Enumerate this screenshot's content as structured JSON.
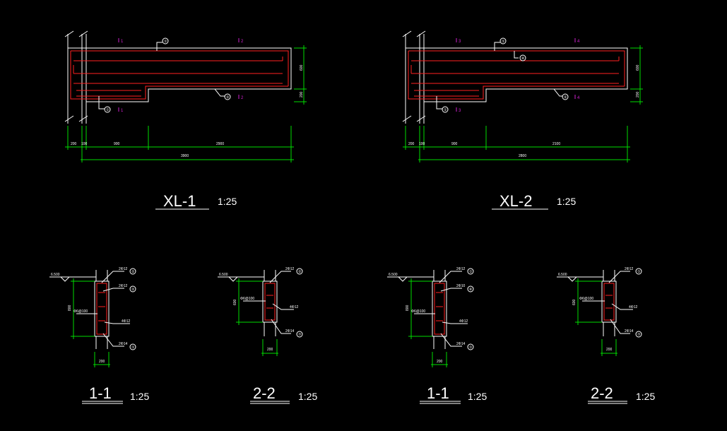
{
  "beams": [
    {
      "title": "XL-1",
      "scale": "1:25",
      "dims_bottom": [
        "200",
        "100",
        "900",
        "2900"
      ],
      "dim_total": "3900",
      "dim_right": [
        "600",
        "200"
      ],
      "markers": [
        "①",
        "②",
        "①"
      ],
      "sections": [
        "1",
        "2",
        "2",
        "1"
      ]
    },
    {
      "title": "XL-2",
      "scale": "1:25",
      "dims_bottom": [
        "200",
        "100",
        "900",
        "2100"
      ],
      "dim_total": "2800",
      "dim_right": [
        "600",
        "200"
      ],
      "markers": [
        "①",
        "⑥",
        "②",
        "①"
      ],
      "sections": [
        "3",
        "4",
        "4",
        "3"
      ]
    }
  ],
  "details": [
    {
      "title": "1-1",
      "scale": "1:25",
      "elev": "6.500",
      "height": "800",
      "width": "200",
      "top_bar": "2Φ12",
      "top_marker": "②",
      "second_bar": "2Φ12",
      "second_marker": "②",
      "stirrup": "Φ6@100",
      "side_bar": "4Φ12",
      "bottom_bar": "2Φ14",
      "bottom_marker": "①"
    },
    {
      "title": "2-2",
      "scale": "1:25",
      "elev": "6.500",
      "height": "600",
      "width": "200",
      "top_bar": "2Φ12",
      "top_marker": "②",
      "stirrup": "Φ6@100",
      "side_bar": "4Φ12",
      "bottom_bar": "2Φ14",
      "bottom_marker": "⑦"
    },
    {
      "title": "1-1",
      "scale": "1:25",
      "elev": "6.500",
      "height": "800",
      "width": "200",
      "top_bar": "2Φ12",
      "top_marker": "①",
      "second_bar": "2Φ10",
      "second_marker": "⑥",
      "stirrup": "Φ6@100",
      "side_bar": "4Φ12",
      "bottom_bar": "2Φ14",
      "bottom_marker": "①"
    },
    {
      "title": "2-2",
      "scale": "1:25",
      "elev": "6.500",
      "height": "600",
      "width": "200",
      "top_bar": "2Φ12",
      "top_marker": "①",
      "stirrup": "Φ6@100",
      "side_bar": "4Φ12",
      "bottom_bar": "2Φ14",
      "bottom_marker": "⑦"
    }
  ],
  "colors": {
    "background": "#000000",
    "outline": "#ffffff",
    "rebar": "#ff2020",
    "dimension": "#00dd00",
    "section_mark": "#d020d0"
  }
}
